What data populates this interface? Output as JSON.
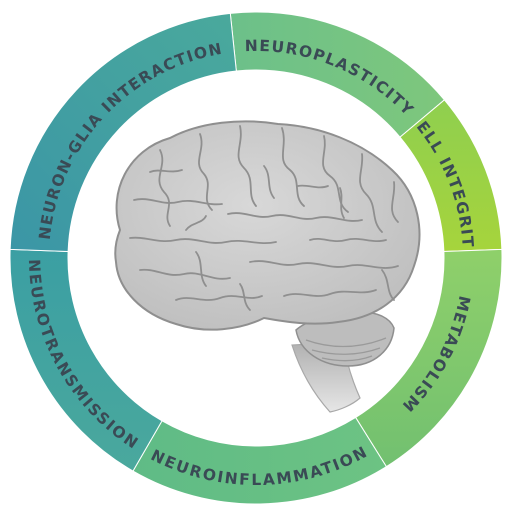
{
  "diagram": {
    "segments": [
      {
        "id": "neuroplasticity",
        "label": "NEUROPLASTICITY",
        "color_start": "#6cc08a",
        "color_end": "#7ec77c"
      },
      {
        "id": "cell-integrity",
        "label": "CELL INTEGRITY",
        "color_start": "#8fcf4f",
        "color_end": "#a6d43c"
      },
      {
        "id": "metabolism",
        "label": "METABOLISM",
        "color_start": "#8fd06a",
        "color_end": "#72c070"
      },
      {
        "id": "neuroinflammation",
        "label": "NEUROINFLAMMATION",
        "color_start": "#6dc383",
        "color_end": "#5fbb86"
      },
      {
        "id": "neurotransmission",
        "label": "NEUROTRANSMISSION",
        "color_start": "#4aa89d",
        "color_end": "#3b9fa3"
      },
      {
        "id": "neuron-glia",
        "label": "NEURON-GLIA INTERACTION",
        "color_start": "#3b96a6",
        "color_end": "#4aa99c"
      }
    ],
    "center_image": "brain-illustration",
    "colors": {
      "label_text": "#3a4a55",
      "brain_fill": "#c9c9c9",
      "brain_outline": "#8f8f8f",
      "brain_stem": "#b7b7b7"
    }
  }
}
